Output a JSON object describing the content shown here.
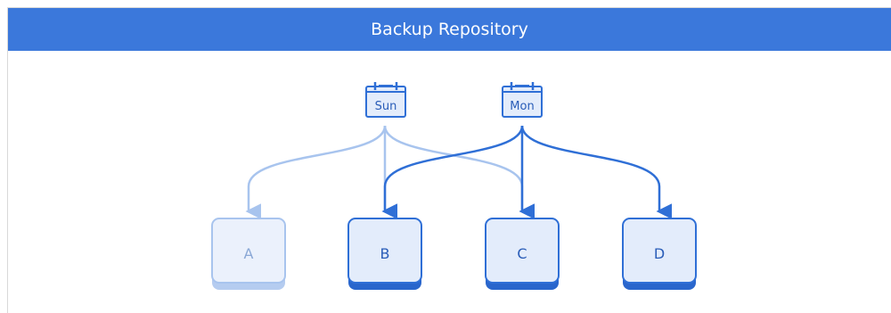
{
  "header": {
    "title": "Backup Repository"
  },
  "schedules": [
    {
      "label": "Sun",
      "state": "inactive"
    },
    {
      "label": "Mon",
      "state": "active"
    }
  ],
  "nodes": [
    {
      "label": "A",
      "state": "inactive"
    },
    {
      "label": "B",
      "state": "active"
    },
    {
      "label": "C",
      "state": "active"
    },
    {
      "label": "D",
      "state": "active"
    }
  ],
  "connections": [
    {
      "from": "Sun",
      "to": "A",
      "state": "inactive"
    },
    {
      "from": "Sun",
      "to": "B",
      "state": "inactive"
    },
    {
      "from": "Sun",
      "to": "C",
      "state": "inactive"
    },
    {
      "from": "Mon",
      "to": "B",
      "state": "active"
    },
    {
      "from": "Mon",
      "to": "C",
      "state": "active"
    },
    {
      "from": "Mon",
      "to": "D",
      "state": "active"
    }
  ],
  "colors": {
    "header_bg": "#3b78db",
    "active_stroke": "#2f6fd6",
    "active_fill": "#e3ecfb",
    "active_shadow": "#2a66cc",
    "active_text": "#2a5db8",
    "inactive_stroke": "#a8c4ee",
    "inactive_fill": "#ebf1fc",
    "inactive_shadow": "#b5ccf0",
    "inactive_text": "#8aa8d6"
  },
  "icons": {
    "schedule": "calendar-icon"
  }
}
